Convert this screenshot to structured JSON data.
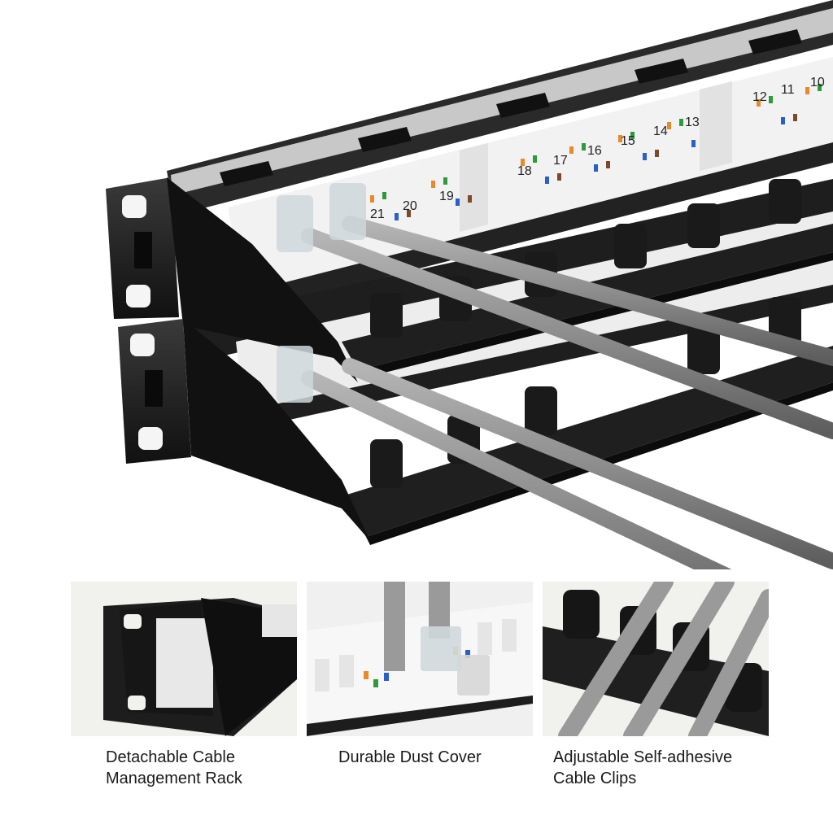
{
  "hero": {
    "port_numbers_top": [
      "21",
      "20",
      "19",
      "18",
      "17",
      "16",
      "15",
      "14",
      "13",
      "12",
      "11",
      "10"
    ]
  },
  "features": [
    {
      "line1": "Detachable Cable",
      "line2": "Management Rack"
    },
    {
      "line1": "Durable Dust Cover",
      "line2": ""
    },
    {
      "line1": "Adjustable Self-adhesive",
      "line2": "Cable Clips"
    }
  ],
  "colors": {
    "metal": "#1c1c1c",
    "jack_white": "#f2f2f2",
    "cable_gray": "#8f8f8f"
  }
}
